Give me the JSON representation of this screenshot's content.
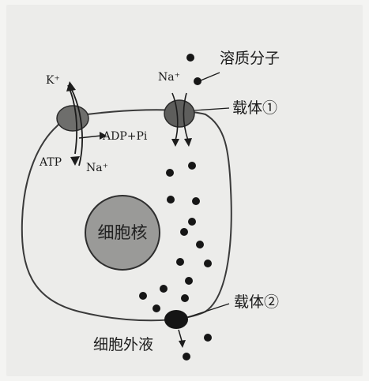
{
  "labels": {
    "solute_molecule": "溶质分子",
    "carrier_1": "载体①",
    "carrier_2": "载体②",
    "nucleus": "细胞核",
    "extracellular_fluid": "细胞外液",
    "atp": "ATP",
    "adp_pi": "ADP+Pi",
    "k_ion": "K⁺",
    "na_ion_pump": "Na⁺",
    "na_ion_channel": "Na⁺"
  },
  "colors": {
    "cell_membrane": "#3a3a3a",
    "nucleus_fill": "#9a9a98",
    "nucleus_stroke": "#2e2e2e",
    "pump_protein": "#6e6e6c",
    "carrier_protein": "#5e5e5c",
    "molecule": "#161616"
  }
}
